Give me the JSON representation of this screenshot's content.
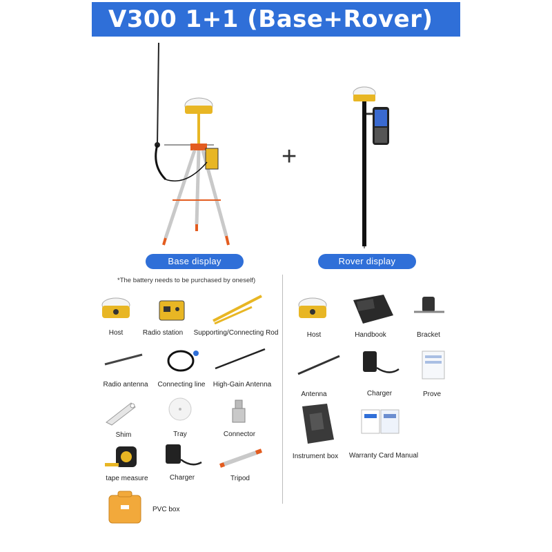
{
  "title": "V300 1+1 (Base+Rover)",
  "plus_sign": "+",
  "base_label": "Base display",
  "rover_label": "Rover display",
  "note": "*The battery needs to be purchased by oneself)",
  "base_items": [
    "Host",
    "Radio station",
    "Supporting/Connecting Rod",
    "Radio antenna",
    "Connecting line",
    "High-Gain Antenna",
    "Shim",
    "Tray",
    "Connector",
    "tape measure",
    "Charger",
    "Tripod",
    "PVC box"
  ],
  "rover_items": [
    "Host",
    "Handbook",
    "Bracket",
    "Antenna",
    "Charger",
    "Prove",
    "Instrument box",
    "Warranty Card Manual"
  ],
  "colors": {
    "accent": "#2f6fd8",
    "yellow": "#e8b624",
    "orange": "#e35c1f"
  }
}
